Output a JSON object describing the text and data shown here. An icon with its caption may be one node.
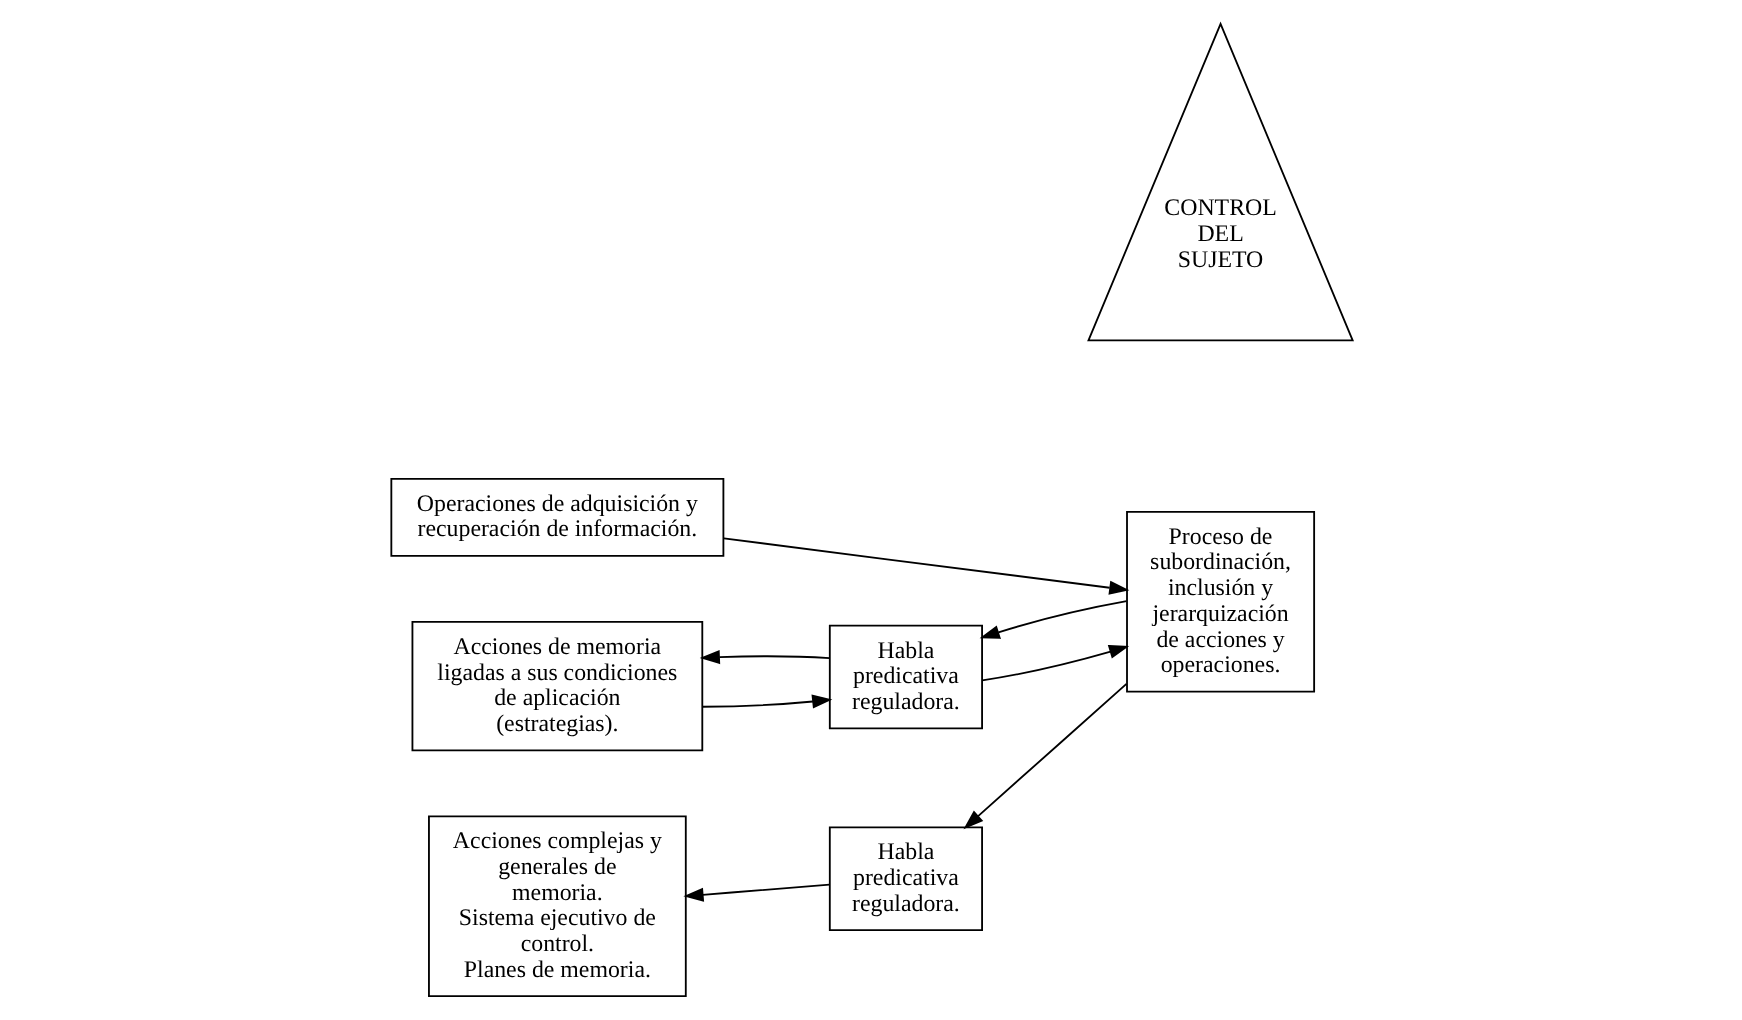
{
  "diagram": {
    "nodes": [
      {
        "text": [
          "Operaciones de adquisición y recuperación de información."
        ]
      },
      {
        "text": [
          "Acciones de memoria ligadas a sus condiciones de aplicación (estrategias)."
        ]
      },
      {
        "text": [
          "Habla predicativa reguladora."
        ]
      },
      {
        "text": [
          "Proceso de subordinación, inclusión y jerarquización de acciones y operaciones."
        ]
      },
      {
        "text": [
          "Acciones complejas y generales de memoria.",
          "Sistema ejecutivo de control.",
          "Planes de memoria."
        ]
      },
      {
        "text": [
          "Habla predicativa reguladora."
        ]
      },
      {
        "text": [
          "CONTROL DEL SUJETO"
        ]
      }
    ],
    "edges": [
      {
        "from": 0,
        "to": 3,
        "arrow": "to"
      },
      {
        "from": 3,
        "to": 2,
        "arrow": "to"
      },
      {
        "from": 2,
        "to": 3,
        "arrow": "to"
      },
      {
        "from": 2,
        "to": 1,
        "arrow": "to"
      },
      {
        "from": 1,
        "to": 2,
        "arrow": "to"
      },
      {
        "from": 3,
        "to": 5,
        "arrow": "to"
      },
      {
        "from": 5,
        "to": 4,
        "arrow": "to"
      }
    ]
  }
}
